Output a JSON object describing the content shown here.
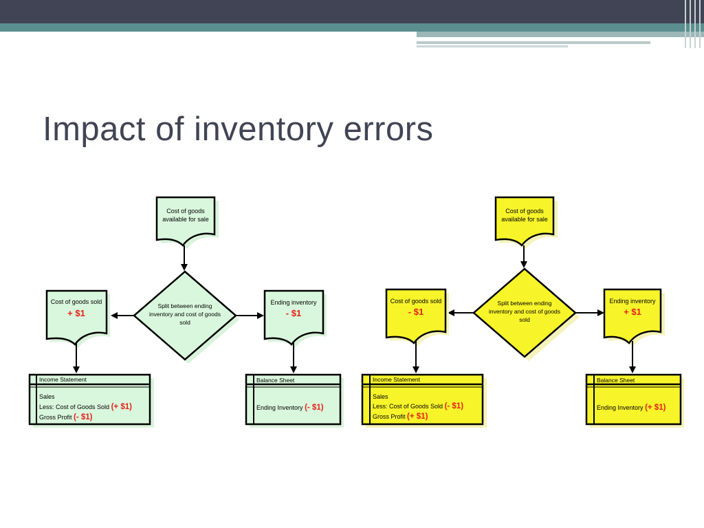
{
  "slide": {
    "title": "Impact of inventory errors"
  },
  "colors": {
    "left_fill": "#d9f7dc",
    "right_fill": "#f7f42a",
    "red_text": "#e8201b",
    "header_dark": "#414455",
    "header_teal": "#5b8f8f"
  },
  "diagrams": [
    {
      "available_l1": "Cost of goods",
      "available_l2": "available for sale",
      "split_l1": "Split between ending",
      "split_l2": "inventory and cost of goods",
      "split_l3": "sold",
      "cogs_label": "Cost of goods sold",
      "cogs_value": "+ $1",
      "ending_label": "Ending inventory",
      "ending_value": "- $1",
      "income_title": "Income Statement",
      "income_sales": "Sales",
      "income_less": "Less: Cost of Goods Sold",
      "income_less_value": "(+ $1)",
      "income_gross": "Gross Profit",
      "income_gross_value": "(- $1)",
      "balance_title": "Balance Sheet",
      "balance_line": "Ending Inventory",
      "balance_value": "(- $1)"
    },
    {
      "available_l1": "Cost of goods",
      "available_l2": "available for sale",
      "split_l1": "Split between ending",
      "split_l2": "inventory and cost of goods",
      "split_l3": "sold",
      "cogs_label": "Cost of goods sold",
      "cogs_value": "- $1",
      "ending_label": "Ending inventory",
      "ending_value": "+ $1",
      "income_title": "Income Statement",
      "income_sales": "Sales",
      "income_less": "Less: Cost of Goods Sold",
      "income_less_value": "(- $1)",
      "income_gross": "Gross Profit",
      "income_gross_value": "(+ $1)",
      "balance_title": "Balance Sheet",
      "balance_line": "Ending Inventory",
      "balance_value": "(+ $1)"
    }
  ]
}
